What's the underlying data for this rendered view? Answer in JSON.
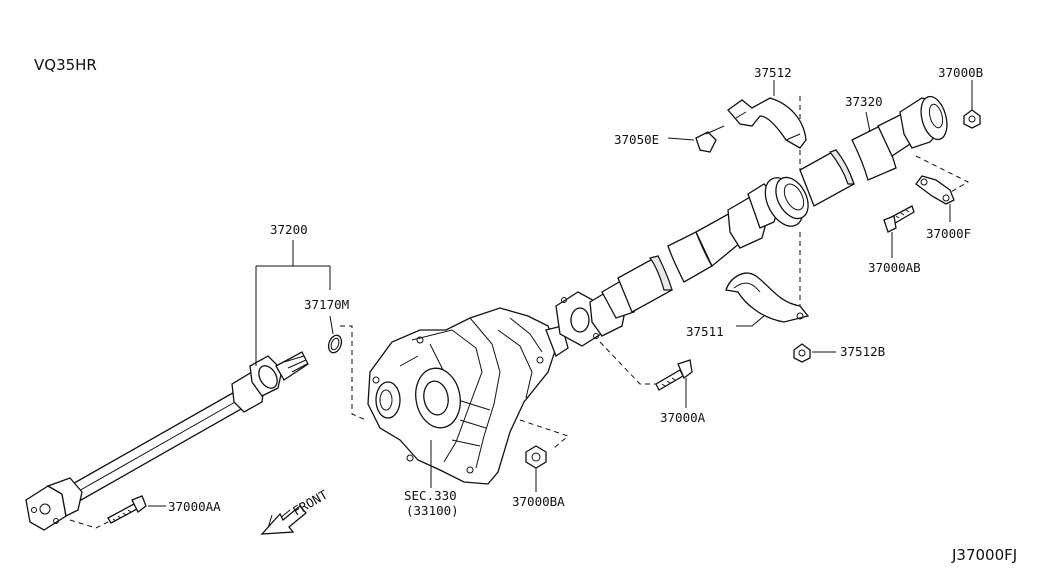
{
  "diagram": {
    "engine_label": "VQ35HR",
    "diagram_code": "J37000FJ",
    "front_label": "FRONT"
  },
  "labels": {
    "p37200": "37200",
    "p37170M": "37170M",
    "p37000AA": "37000AA",
    "p_sec330": "SEC.330",
    "p_sec330_sub": "(33100)",
    "p37000BA": "37000BA",
    "p37000A": "37000A",
    "p37511": "37511",
    "p37512B": "37512B",
    "p37512": "37512",
    "p37050E": "37050E",
    "p37320": "37320",
    "p37000B": "37000B",
    "p37000F": "37000F",
    "p37000AB": "37000AB"
  }
}
